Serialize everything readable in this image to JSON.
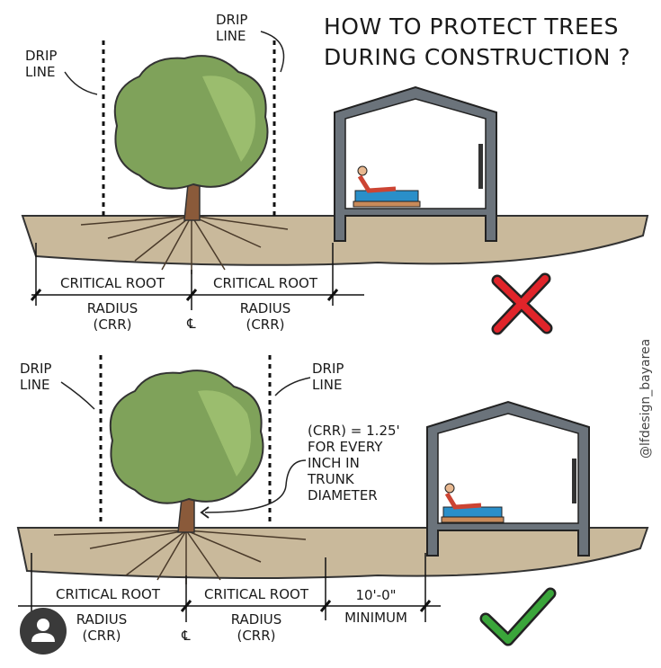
{
  "title": {
    "line1": "HOW TO PROTECT TREES",
    "line2": "DURING CONSTRUCTION ?"
  },
  "top_panel": {
    "drip_left": [
      "DRIP",
      "LINE"
    ],
    "drip_right": [
      "DRIP",
      "LINE"
    ],
    "crr_left": [
      "CRITICAL ROOT",
      "RADIUS",
      "(CRR)"
    ],
    "crr_right": [
      "CRITICAL ROOT",
      "RADIUS",
      "(CRR)"
    ],
    "centerline": "℄",
    "verdict_icon": "red-x-icon"
  },
  "bottom_panel": {
    "drip_left": [
      "DRIP",
      "LINE"
    ],
    "drip_right": [
      "DRIP",
      "LINE"
    ],
    "note": [
      "(CRR) = 1.25'",
      "FOR EVERY",
      "INCH IN",
      "TRUNK",
      "DIAMETER"
    ],
    "crr_left": [
      "CRITICAL ROOT",
      "RADIUS",
      "(CRR)"
    ],
    "crr_right": [
      "CRITICAL ROOT",
      "RADIUS",
      "(CRR)"
    ],
    "setback": [
      "10'-0\"",
      "MINIMUM"
    ],
    "centerline": "℄",
    "verdict_icon": "green-check-icon"
  },
  "watermark": "@lfdesign_bayarea",
  "colors": {
    "soil": "#c9b99b",
    "foliage": "#7fa25a",
    "foliage_light": "#9bbd6e",
    "trunk": "#8a5a3a",
    "house": "#6b737b",
    "bed": "#2a8fc9",
    "red": "#e0242a",
    "green": "#3aa53a"
  }
}
